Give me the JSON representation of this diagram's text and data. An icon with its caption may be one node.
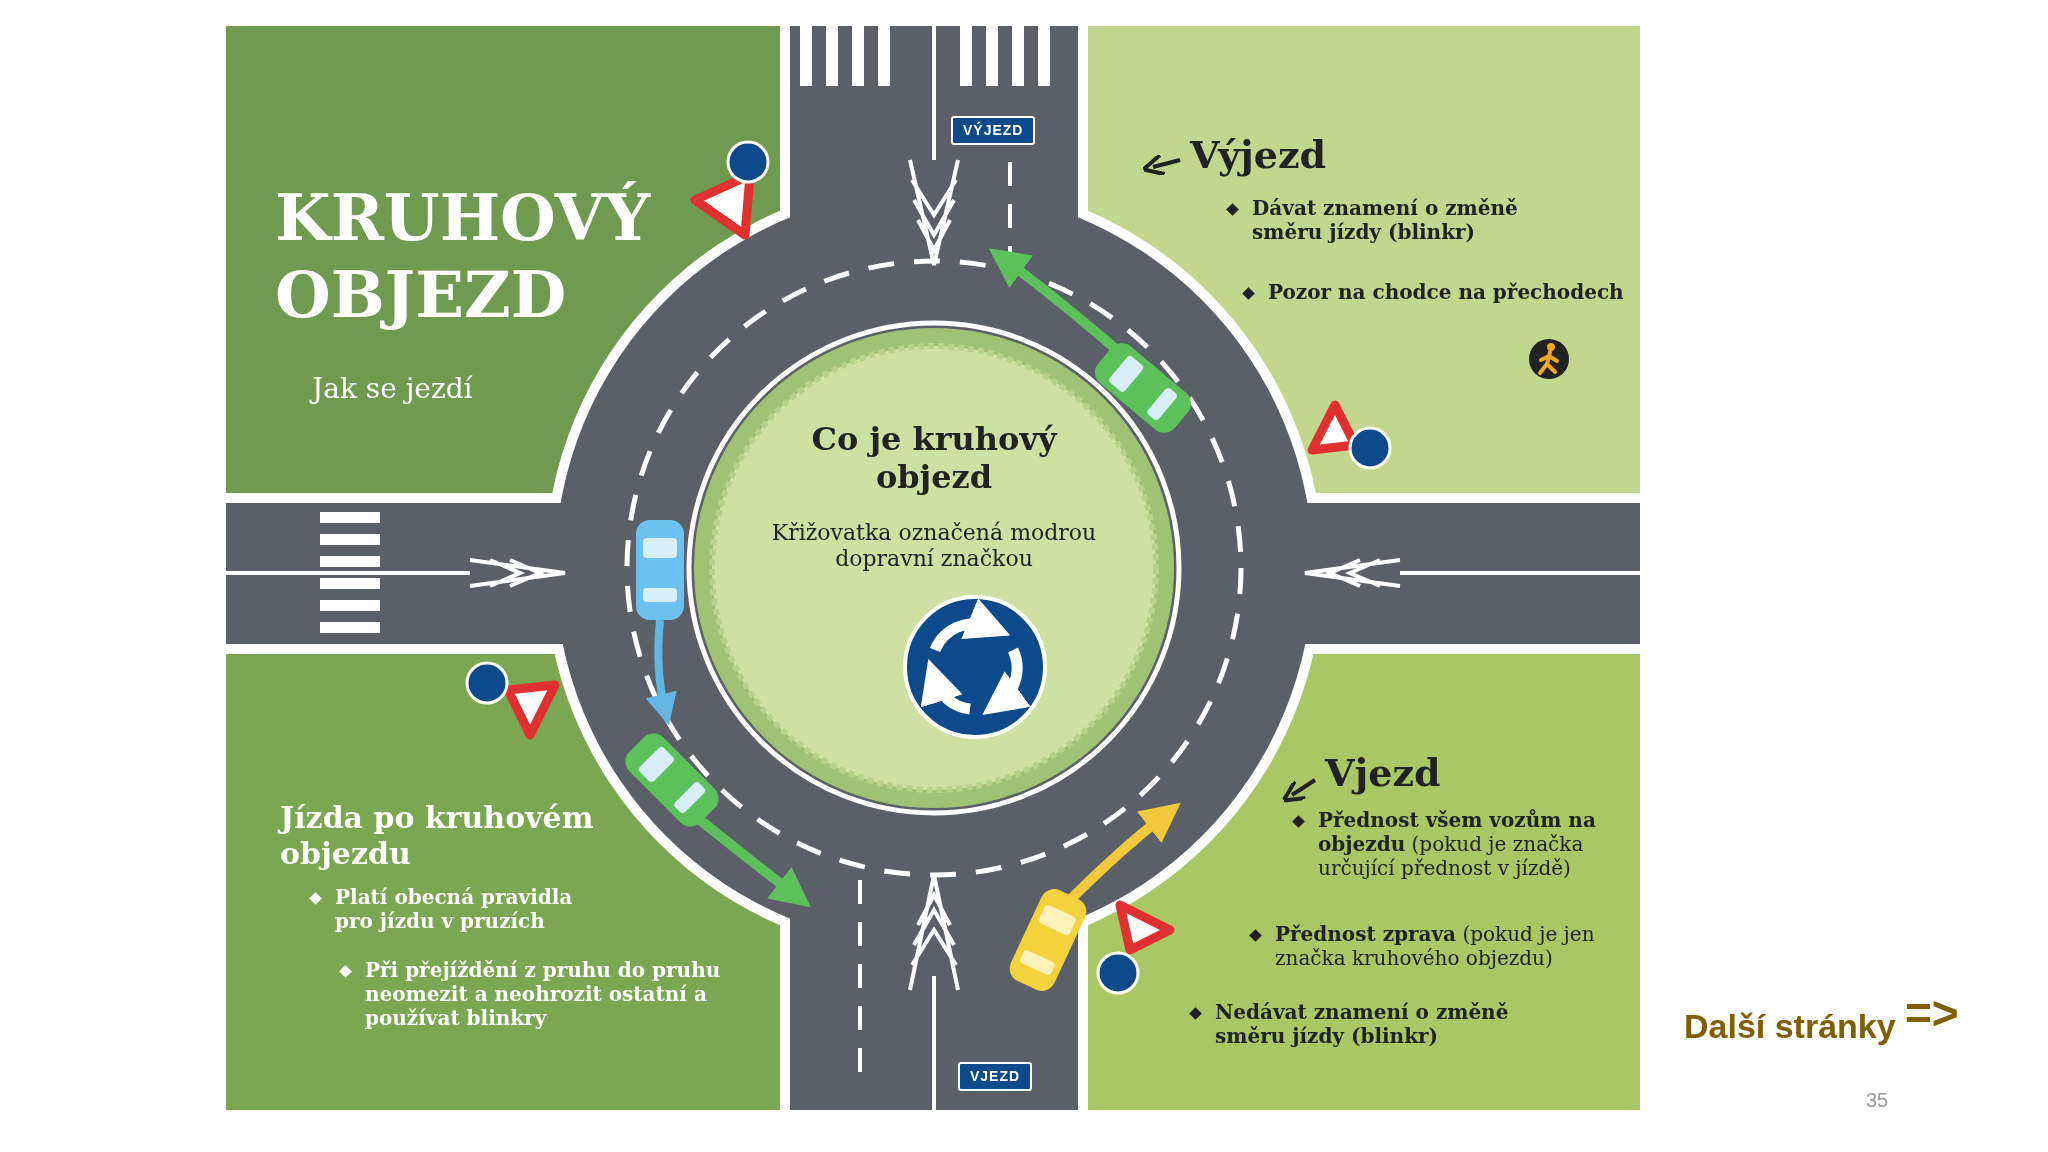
{
  "diagram": {
    "title": "KRUHOVÝ OBJEZD",
    "labels": [
      "Jak se jezdí",
      "VÝJEZD",
      "Výjezd",
      "Dávat znamení o změně směru jízdy (blinkr)",
      "Pozor na chodce na přechodech",
      "Co je kruhový objezd",
      "Křižovatka označená modrou dopravní značkou",
      "Vjezd",
      "**Přednost všem vozům na objezdu** (pokud je značka určující přednost v jízdě)",
      "**Přednost zprava** (pokud je jen značka kruhového objezdu)",
      "Nedávat znamení o změně směru jízdy (blinkr)",
      "Jízda po kruhovém objezdu",
      "Platí obecná pravidla pro jízdu v pruzích",
      "Při přejíždění z pruhu do pruhu neomezit a neohrozit ostatní a používat blinkry",
      "VJEZD",
      "Další stránky",
      "=>",
      "35"
    ]
  }
}
